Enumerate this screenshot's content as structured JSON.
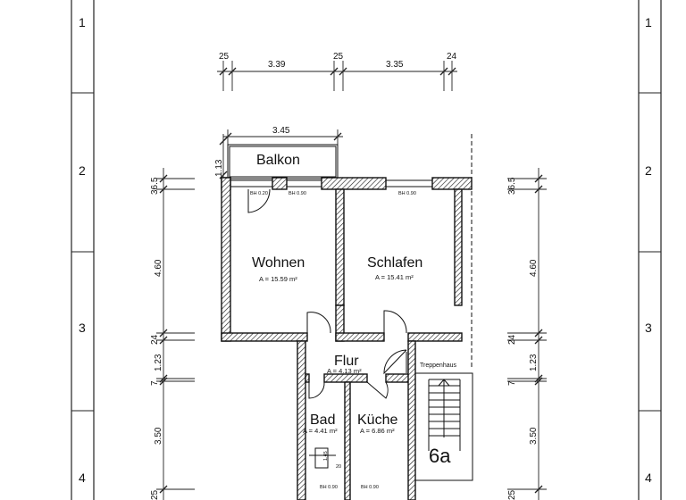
{
  "grid_labels": {
    "g1": "1",
    "g2": "2",
    "g3": "3",
    "g4": "4"
  },
  "rooms": {
    "balkon": {
      "name": "Balkon"
    },
    "wohnen": {
      "name": "Wohnen",
      "area": "A = 15.59 m²"
    },
    "schlafen": {
      "name": "Schlafen",
      "area": "A = 15.41 m²"
    },
    "flur": {
      "name": "Flur",
      "area": "A = 4.13 m²"
    },
    "bad": {
      "name": "Bad",
      "area": "A = 4.41 m²"
    },
    "kueche": {
      "name": "Küche",
      "area": "A = 6.86 m²"
    },
    "treppenhaus": {
      "name": "Treppenhaus"
    },
    "unit": {
      "name": "6a"
    }
  },
  "window_notes": {
    "wohnen_1": "BH 0.20",
    "wohnen_2": "BH 0.90",
    "schlafen": "BH 0.90",
    "bad": "BH 0.90",
    "kueche": "BH 0.90"
  },
  "dimensions": {
    "top": [
      "25",
      "3.39",
      "25",
      "3.35",
      "24"
    ],
    "balkon_width": "3.45",
    "balkon_depth": "1.13",
    "left": [
      "36.5",
      "4.60",
      "24",
      "1.23",
      "7",
      "3.50",
      "25"
    ],
    "right": [
      "36.5",
      "4.60",
      "24",
      "1.23",
      "7",
      "3.50",
      "25"
    ],
    "bad_small_1": "1.45",
    "bad_small_2": "20"
  }
}
